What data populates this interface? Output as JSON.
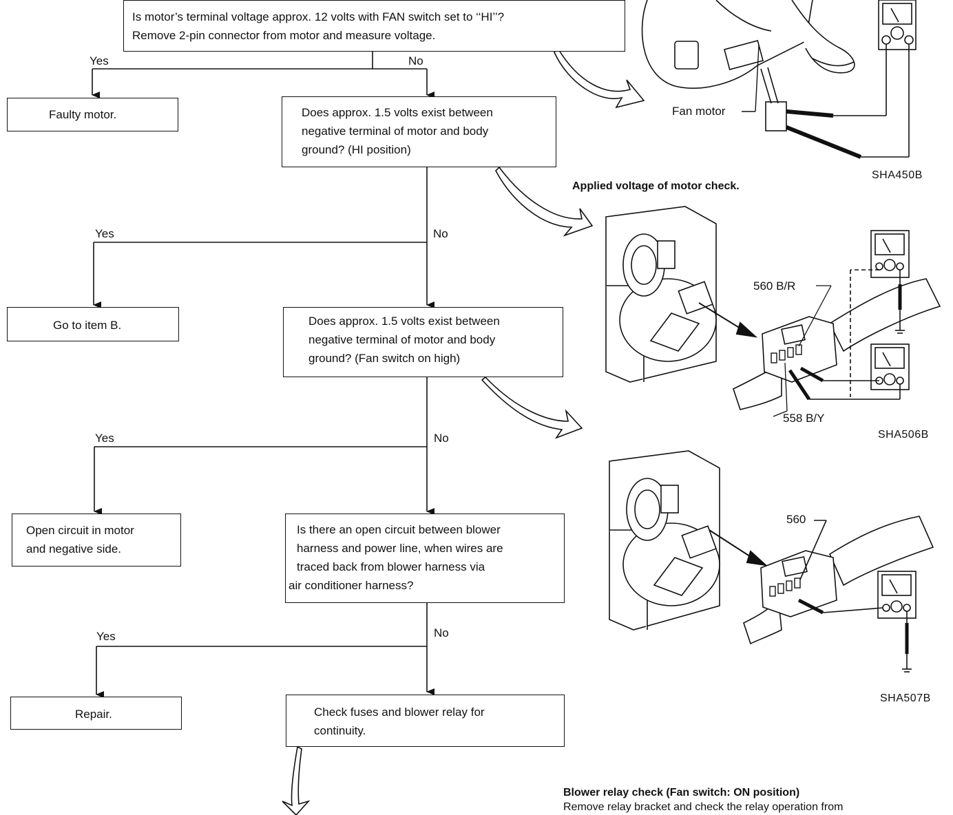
{
  "flowchart": {
    "q1": {
      "line1": "Is motor’s terminal voltage approx. 12 volts with FAN switch set to ‘‘HI’’?",
      "line2": "Remove 2-pin connector from motor and measure voltage."
    },
    "q2": {
      "line1": "Does approx. 1.5 volts exist between",
      "line2": "negative terminal of motor and body",
      "line3": "ground? (HI position)"
    },
    "q3": {
      "line1": "Does approx. 1.5 volts exist between",
      "line2": "negative terminal of motor and body",
      "line3": "ground? (Fan switch on high)"
    },
    "q4": {
      "line1": "Is there an open circuit between blower",
      "line2": "harness and power line, when wires are",
      "line3": "traced back from blower harness via",
      "line4": "air conditioner harness?"
    },
    "q5": {
      "line1": "Check fuses and blower relay for",
      "line2": "continuity."
    },
    "r1": "Faulty motor.",
    "r2": "Go to item B.",
    "r3": {
      "line1": "Open circuit in motor",
      "line2": "and negative side."
    },
    "r4": "Repair.",
    "yes": "Yes",
    "no": "No"
  },
  "figures": {
    "fig1": {
      "label": "Fan motor",
      "code": "SHA450B"
    },
    "fig2": {
      "heading": "Applied voltage of motor check.",
      "wire1": "560 B/R",
      "wire2": "558 B/Y",
      "code": "SHA506B"
    },
    "fig3": {
      "wire": "560",
      "code": "SHA507B"
    }
  },
  "relay": {
    "heading": "Blower relay check (Fan switch: ON position)",
    "text": "Remove relay bracket and check the relay operation from"
  }
}
